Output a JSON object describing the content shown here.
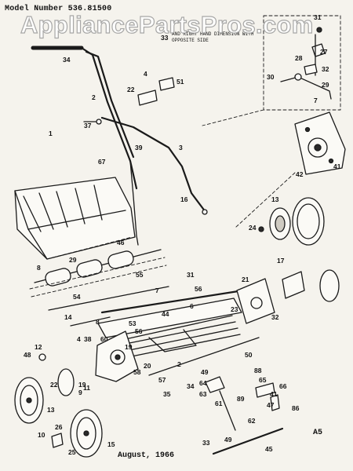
{
  "header": {
    "model_label": "Model Number 536.81500"
  },
  "watermark": "AppliancePartsPros.com",
  "note": "AND RIGHT HAND DIMENSION WITH OPPOSITE SIDE",
  "footer": {
    "date": "August, 1966",
    "code": "A5"
  },
  "part_labels": [
    {
      "id": "31a",
      "text": "31"
    },
    {
      "id": "33a",
      "text": "33"
    },
    {
      "id": "34a",
      "text": "34"
    },
    {
      "id": "4a",
      "text": "4"
    },
    {
      "id": "51a",
      "text": "51"
    },
    {
      "id": "22a",
      "text": "22"
    },
    {
      "id": "2a",
      "text": "2"
    },
    {
      "id": "27a",
      "text": "27"
    },
    {
      "id": "28a",
      "text": "28"
    },
    {
      "id": "32a",
      "text": "32"
    },
    {
      "id": "30a",
      "text": "30"
    },
    {
      "id": "29a",
      "text": "29"
    },
    {
      "id": "7a",
      "text": "7"
    },
    {
      "id": "37a",
      "text": "37"
    },
    {
      "id": "39a",
      "text": "39"
    },
    {
      "id": "3a",
      "text": "3"
    },
    {
      "id": "1a",
      "text": "1"
    },
    {
      "id": "67a",
      "text": "67"
    },
    {
      "id": "41a",
      "text": "41"
    },
    {
      "id": "42a",
      "text": "42"
    },
    {
      "id": "16a",
      "text": "16"
    },
    {
      "id": "13a",
      "text": "13"
    },
    {
      "id": "24a",
      "text": "24"
    },
    {
      "id": "46a",
      "text": "46"
    },
    {
      "id": "8a",
      "text": "8"
    },
    {
      "id": "29b",
      "text": "29"
    },
    {
      "id": "55a",
      "text": "55"
    },
    {
      "id": "31b",
      "text": "31"
    },
    {
      "id": "17a",
      "text": "17"
    },
    {
      "id": "21a",
      "text": "21"
    },
    {
      "id": "56a",
      "text": "56"
    },
    {
      "id": "54a",
      "text": "54"
    },
    {
      "id": "14a",
      "text": "14"
    },
    {
      "id": "7b",
      "text": "7"
    },
    {
      "id": "44a",
      "text": "44"
    },
    {
      "id": "6a",
      "text": "6"
    },
    {
      "id": "23a",
      "text": "23"
    },
    {
      "id": "32b",
      "text": "32"
    },
    {
      "id": "8b",
      "text": "8"
    },
    {
      "id": "53a",
      "text": "53"
    },
    {
      "id": "56b",
      "text": "56"
    },
    {
      "id": "12a",
      "text": "12"
    },
    {
      "id": "48a",
      "text": "48"
    },
    {
      "id": "4b",
      "text": "4"
    },
    {
      "id": "38a",
      "text": "38"
    },
    {
      "id": "60a",
      "text": "60"
    },
    {
      "id": "19a",
      "text": "19"
    },
    {
      "id": "58a",
      "text": "58"
    },
    {
      "id": "20a",
      "text": "20"
    },
    {
      "id": "2b",
      "text": "2"
    },
    {
      "id": "11a",
      "text": "11"
    },
    {
      "id": "22b",
      "text": "22"
    },
    {
      "id": "57a",
      "text": "57"
    },
    {
      "id": "35a",
      "text": "35"
    },
    {
      "id": "34b",
      "text": "34"
    },
    {
      "id": "50a",
      "text": "50"
    },
    {
      "id": "49a",
      "text": "49"
    },
    {
      "id": "64a",
      "text": "64"
    },
    {
      "id": "63a",
      "text": "63"
    },
    {
      "id": "89a",
      "text": "89"
    },
    {
      "id": "62a",
      "text": "62"
    },
    {
      "id": "88a",
      "text": "88"
    },
    {
      "id": "61a",
      "text": "61"
    },
    {
      "id": "65a",
      "text": "65"
    },
    {
      "id": "66a",
      "text": "66"
    },
    {
      "id": "47a",
      "text": "47"
    },
    {
      "id": "86a",
      "text": "86"
    },
    {
      "id": "19b",
      "text": "19"
    },
    {
      "id": "9a",
      "text": "9"
    },
    {
      "id": "41b",
      "text": "41"
    },
    {
      "id": "49b",
      "text": "49"
    },
    {
      "id": "45a",
      "text": "45"
    },
    {
      "id": "33b",
      "text": "33"
    },
    {
      "id": "25a",
      "text": "25"
    },
    {
      "id": "15a",
      "text": "15"
    },
    {
      "id": "10a",
      "text": "10"
    },
    {
      "id": "26a",
      "text": "26"
    },
    {
      "id": "13b",
      "text": "13"
    }
  ]
}
